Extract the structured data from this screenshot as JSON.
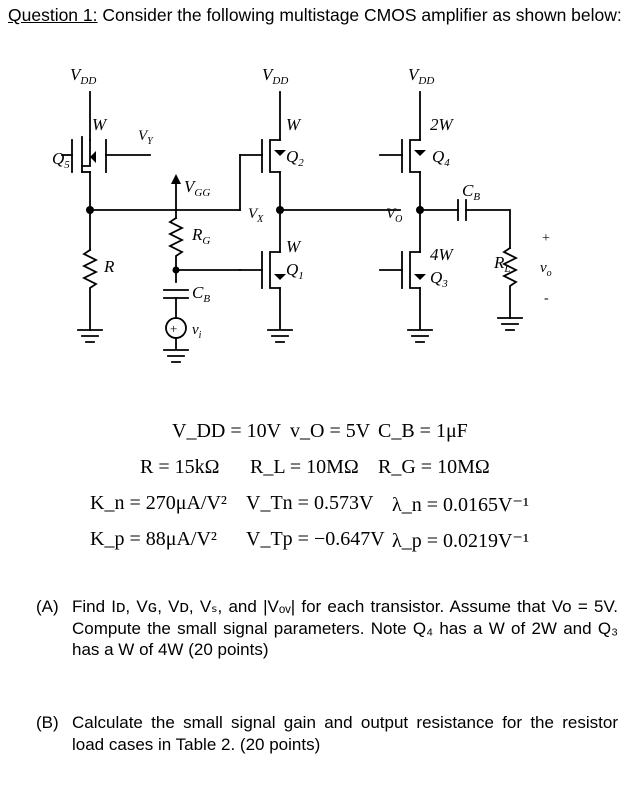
{
  "question": {
    "heading": "Question 1:",
    "title_rest": " Consider the following multistage CMOS amplifier as shown below:"
  },
  "circuit": {
    "vdd_symbol": "V",
    "vdd_sub": "DD",
    "labels": {
      "Q5": {
        "main": "Q",
        "sub": "5"
      },
      "Q2": {
        "main": "Q",
        "sub": "2"
      },
      "Q4": {
        "main": "Q",
        "sub": "4"
      },
      "Q1": {
        "main": "Q",
        "sub": "1"
      },
      "Q3": {
        "main": "Q",
        "sub": "3"
      },
      "W_q5": "W",
      "W_q2": "W",
      "W_q1": "W",
      "W_q4": "2W",
      "W_q3": "4W",
      "VY": {
        "main": "V",
        "sub": "Y"
      },
      "VGG": {
        "main": "V",
        "sub": "GG"
      },
      "RG": {
        "main": "R",
        "sub": "G"
      },
      "CB_in": {
        "main": "C",
        "sub": "B"
      },
      "vi": {
        "main": "v",
        "sub": "i"
      },
      "VX": {
        "main": "V",
        "sub": "X"
      },
      "VO": {
        "main": "V",
        "sub": "O"
      },
      "CB_out": {
        "main": "C",
        "sub": "B"
      },
      "RL": {
        "main": "R",
        "sub": "L"
      },
      "R": "R",
      "vo": {
        "main": "v",
        "sub": "o"
      },
      "plus": "+",
      "minus": "-"
    }
  },
  "params": {
    "row1": [
      "V_DD = 10V",
      "v_O = 5V",
      "C_B = 1μF"
    ],
    "row2": [
      "R = 15kΩ",
      "R_L = 10MΩ",
      "R_G = 10MΩ"
    ],
    "row3": [
      "K_n = 270μA/V²",
      "V_Tn = 0.573V",
      "λ_n = 0.0165V⁻¹"
    ],
    "row4": [
      "K_p = 88μA/V²",
      "V_Tp = −0.647V",
      "λ_p = 0.0219V⁻¹"
    ]
  },
  "parts": {
    "A": {
      "label": "(A)",
      "text": "Find Iᴅ, Vɢ, Vᴅ, Vₛ, and |Vₒᵥ| for each transistor. Assume that Vo = 5V. Compute the small signal parameters. Note Q₄ has a W of 2W and Q₃ has a W of 4W (20 points)"
    },
    "B": {
      "label": "(B)",
      "text": "Calculate the small signal gain and output resistance for the resistor load cases in Table 2. (20 points)"
    }
  }
}
